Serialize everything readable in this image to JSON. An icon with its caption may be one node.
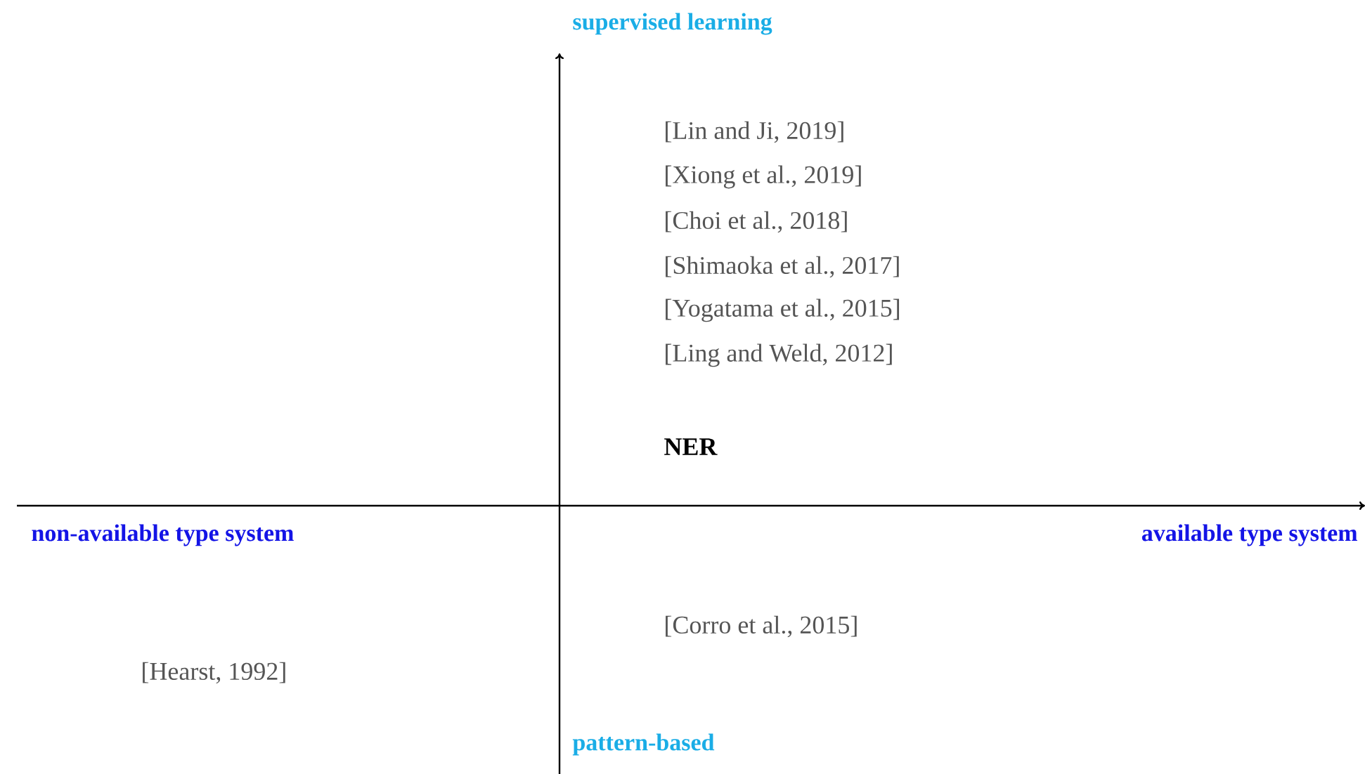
{
  "diagram": {
    "labels": [
      "supervised learning",
      "[Lin and Ji, 2019]",
      "[Xiong et al., 2019]",
      "[Choi et al., 2018]",
      "[Shimaoka et al., 2017]",
      "[Yogatama et al., 2015]",
      "[Ling and Weld, 2012]",
      "NER",
      "non-available type system",
      "available type system",
      "[Corro et al., 2015]",
      "[Hearst, 1992]",
      "pattern-based"
    ]
  }
}
